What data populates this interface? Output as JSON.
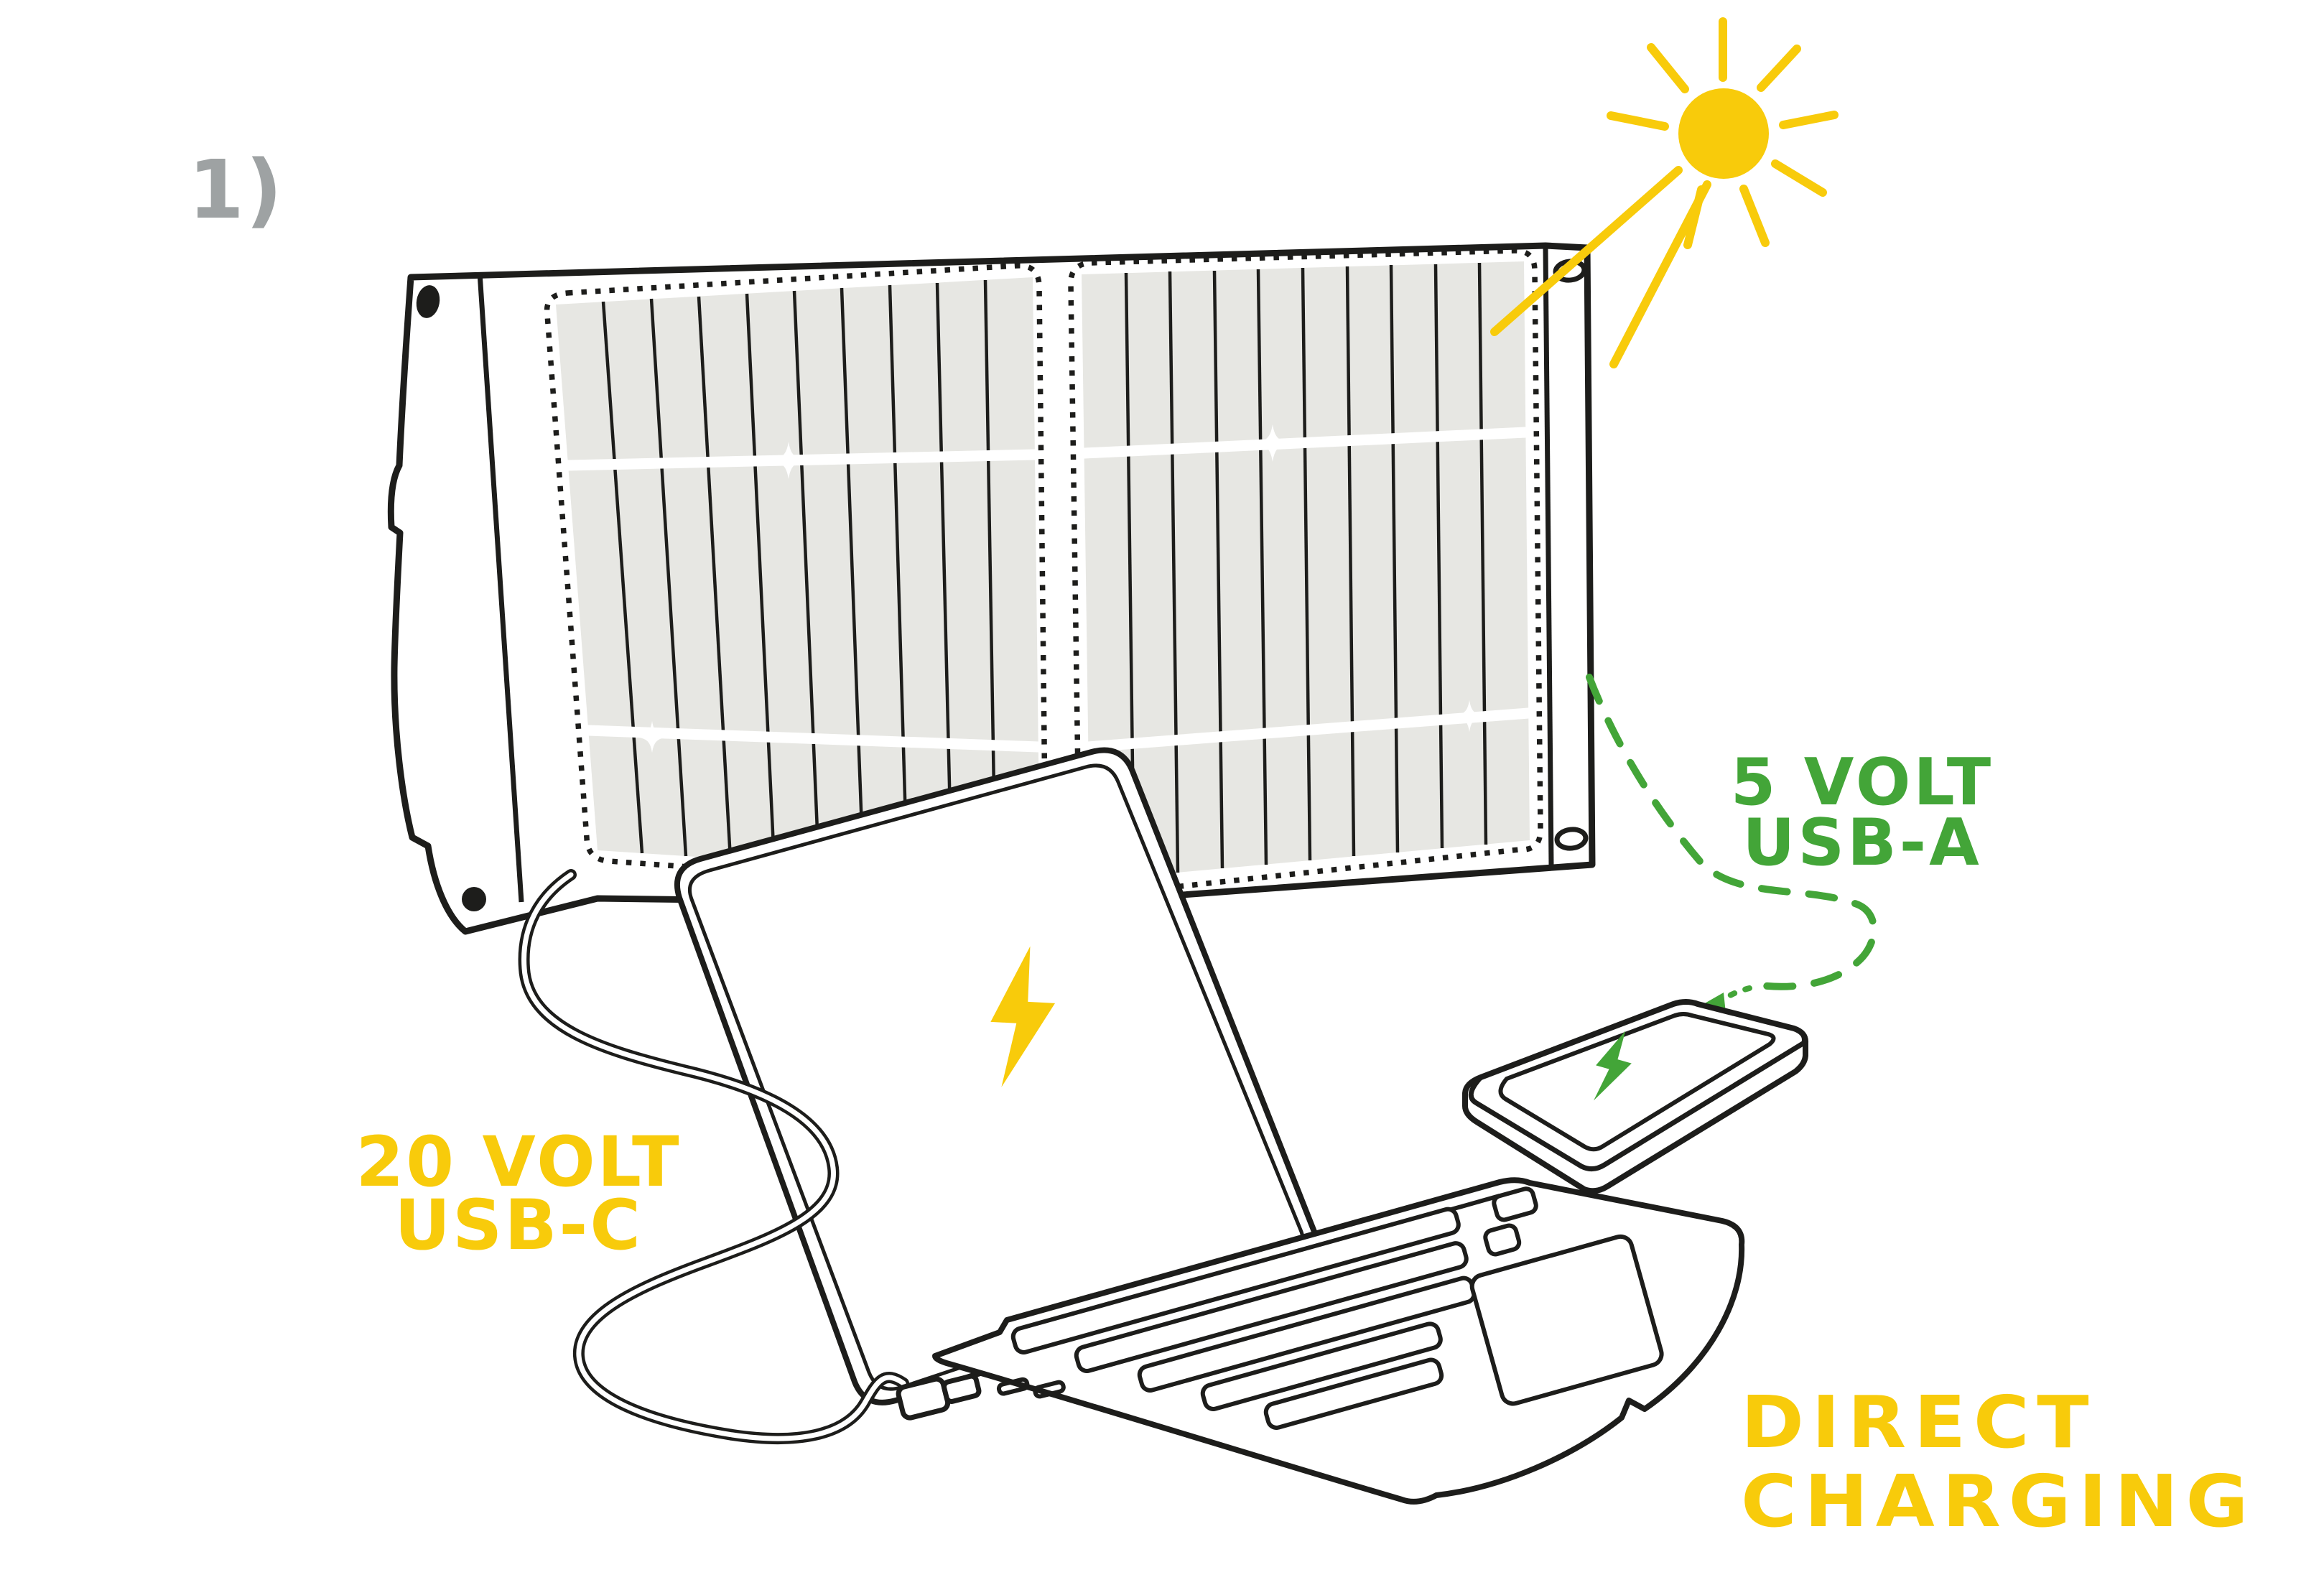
{
  "step_label": "1)",
  "annotations": {
    "usb_a": {
      "line1": "5 VOLT",
      "line2": "USB-A"
    },
    "usb_c": {
      "line1": "20 VOLT",
      "line2": "USB-C"
    },
    "direct_charging": {
      "line1": "DIRECT",
      "line2": "CHARGING"
    }
  },
  "colors": {
    "yellow": "#F8CB0B",
    "green": "#43A538",
    "gray_label": "#9EA2A3",
    "cell_gray": "#E7E7E3",
    "ink": "#1D1D1B"
  },
  "icons": {
    "sun-icon": "☀",
    "lightning-bolt-icon": "⚡",
    "grommet-hole-icon": "●"
  }
}
